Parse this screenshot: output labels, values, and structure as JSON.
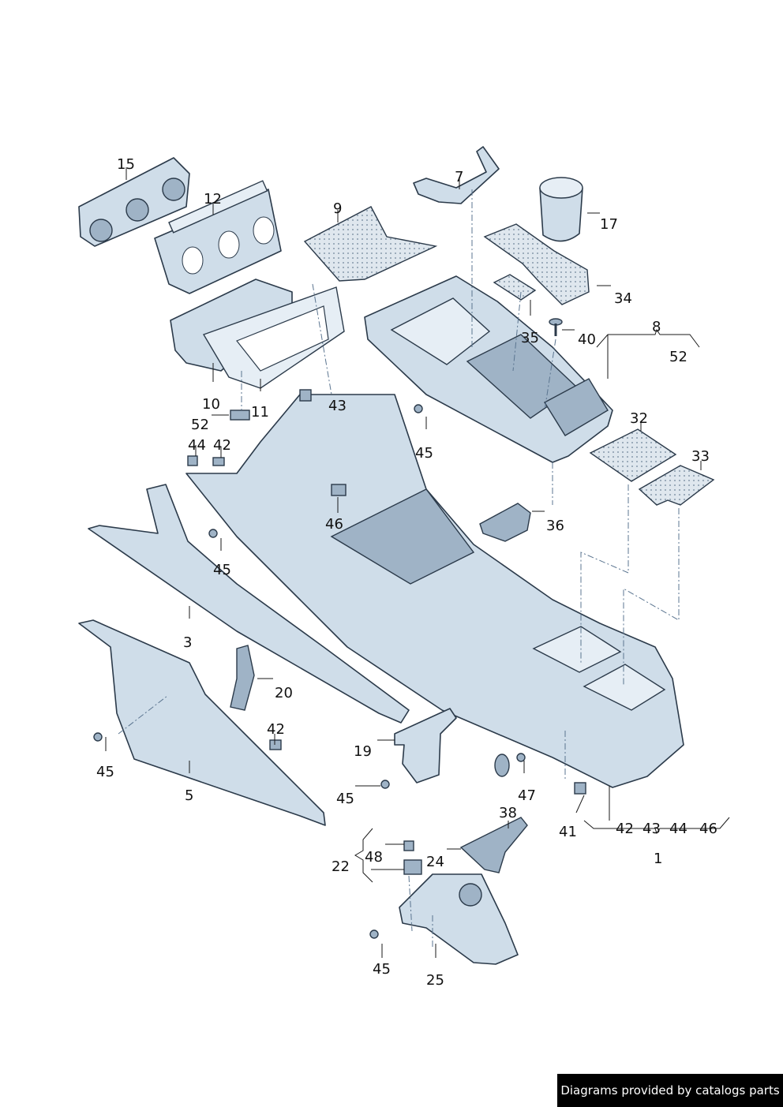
{
  "footer": {
    "credit": "Diagrams provided by catalogs parts"
  },
  "callouts": [
    "15",
    "12",
    "9",
    "7",
    "17",
    "34",
    "35",
    "40",
    "8",
    "52",
    "10",
    "11",
    "52",
    "43",
    "45",
    "44",
    "42",
    "36",
    "46",
    "45",
    "32",
    "33",
    "3",
    "20",
    "45",
    "42",
    "19",
    "45",
    "5",
    "47",
    "41",
    "42",
    "43",
    "44",
    "46",
    "1",
    "38",
    "48",
    "24",
    "22",
    "45",
    "25"
  ],
  "colors": {
    "part_fill": "#cfdde9",
    "outline": "#2b3a4a",
    "leader": "#1a1a1a",
    "dash": "#5b7590"
  }
}
